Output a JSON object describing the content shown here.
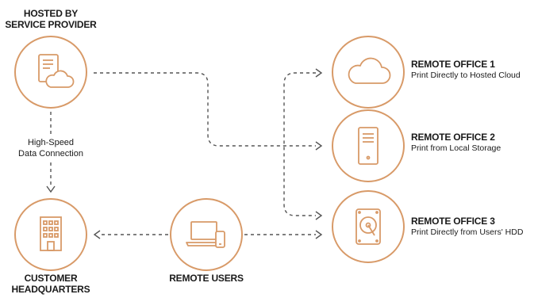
{
  "hosted": {
    "line1": "HOSTED BY",
    "line2": "SERVICE PROVIDER"
  },
  "connection": {
    "line1": "High-Speed",
    "line2": "Data Connection"
  },
  "headquarters": {
    "line1": "CUSTOMER",
    "line2": "HEADQUARTERS"
  },
  "remote_users": {
    "title": "REMOTE USERS"
  },
  "office1": {
    "title": "REMOTE OFFICE 1",
    "desc": "Print Directly to Hosted Cloud"
  },
  "office2": {
    "title": "REMOTE OFFICE 2",
    "desc": "Print from Local Storage"
  },
  "office3": {
    "title": "REMOTE OFFICE 3",
    "desc": "Print Directly from Users' HDD"
  },
  "colors": {
    "accent": "#d89a68",
    "line": "#555555"
  },
  "icons": [
    "document-cloud-icon",
    "building-icon",
    "laptop-phone-icon",
    "cloud-icon",
    "server-tower-icon",
    "hard-drive-icon"
  ]
}
